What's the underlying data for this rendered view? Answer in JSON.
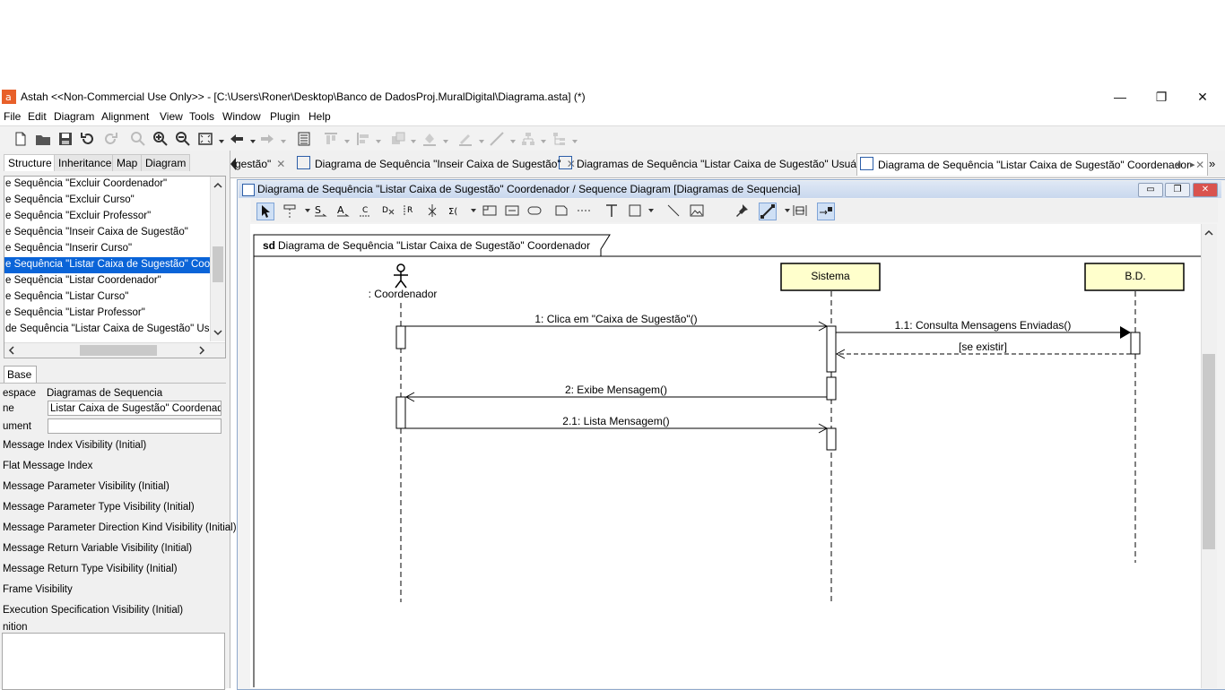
{
  "window": {
    "title": "Astah  <<Non-Commercial Use Only>>  - [C:\\Users\\Roner\\Desktop\\Banco de DadosProj.MuralDigital\\Diagrama.asta] (*)",
    "logo_text": "a",
    "minimize": "—",
    "restore": "❐",
    "close": "✕"
  },
  "menu": [
    "File",
    "Edit",
    "Diagram",
    "Alignment",
    "View",
    "Tools",
    "Window",
    "Plugin",
    "Help"
  ],
  "left_tabs": [
    "Structure",
    "Inheritance",
    "Map",
    "Diagram"
  ],
  "tree_items": [
    "e Sequência \"Excluir Coordenador\"",
    "e Sequência \"Excluir Curso\"",
    "e Sequência \"Excluir Professor\"",
    "e Sequência \"Inseir Caixa de Sugestão\"",
    "e Sequência \"Inserir Curso\"",
    "e Sequência \"Listar Caixa de Sugestão\" Coorden",
    "e Sequência \"Listar Coordenador\"",
    "e Sequência \"Listar Curso\"",
    "e Sequência \"Listar Professor\"",
    "de Sequência \"Listar Caixa de Sugestão\" Usuário"
  ],
  "selected_tree_index": 5,
  "properties": {
    "tab": "Base",
    "namespace_label": "espace",
    "namespace_value": "Diagramas de Sequencia",
    "name_label": "ne",
    "name_value": "Listar Caixa de Sugestão\" Coordenador",
    "document_label": "ument",
    "document_value": "",
    "checkboxes": [
      "Message Index Visibility (Initial)",
      "Flat Message Index",
      "Message Parameter Visibility (Initial)",
      "Message Parameter Type Visibility (Initial)",
      "Message Parameter Direction Kind Visibility (Initial)",
      "Message Return Variable Visibility (Initial)",
      "Message Return Type Visibility (Initial)",
      "Frame Visibility",
      "Execution Specification Visibility (Initial)"
    ],
    "definition_label": "nition"
  },
  "doc_tabs": [
    {
      "label": "gestão\"",
      "active": false,
      "icon": false
    },
    {
      "label": "Diagrama de Sequência \"Inseir Caixa de Sugestão\"",
      "active": false,
      "icon": true
    },
    {
      "label": "Diagramas de Sequência \"Listar Caixa de Sugestão\" Usuário",
      "active": false,
      "icon": true
    },
    {
      "label": "Diagrama de Sequência \"Listar Caixa de Sugestão\" Coordenador",
      "active": true,
      "icon": true
    }
  ],
  "tab_nav": {
    "prev": "◂",
    "next": "▸",
    "more": "»"
  },
  "diagram_window": {
    "title": "Diagrama de Sequência \"Listar Caixa de Sugestão\" Coordenador / Sequence Diagram [Diagramas de Sequencia]"
  },
  "diagram": {
    "frame_keyword": "sd",
    "frame_title": "Diagrama de Sequência \"Listar Caixa de Sugestão\" Coordenador",
    "lifelines": [
      {
        "name": ": Coordenador",
        "kind": "actor"
      },
      {
        "name": "Sistema",
        "kind": "object"
      },
      {
        "name": "B.D.",
        "kind": "object"
      }
    ],
    "messages": [
      {
        "label": "1: Clica em \"Caixa de Sugestão\"()",
        "from": ": Coordenador",
        "to": "Sistema",
        "type": "sync"
      },
      {
        "label": "1.1: Consulta Mensagens Enviadas()",
        "from": "Sistema",
        "to": "B.D.",
        "type": "sync"
      },
      {
        "label": "[se existir]",
        "from": "B.D.",
        "to": "Sistema",
        "type": "return"
      },
      {
        "label": "2: Exibe Mensagem()",
        "from": "Sistema",
        "to": ": Coordenador",
        "type": "sync"
      },
      {
        "label": "2.1: Lista Mensagem()",
        "from": ": Coordenador",
        "to": "Sistema",
        "type": "sync"
      }
    ]
  },
  "colors": {
    "selection": "#0a64d8",
    "lifeline_fill": "#ffffcc",
    "diagram_title_bg": "#dfe8f5"
  }
}
